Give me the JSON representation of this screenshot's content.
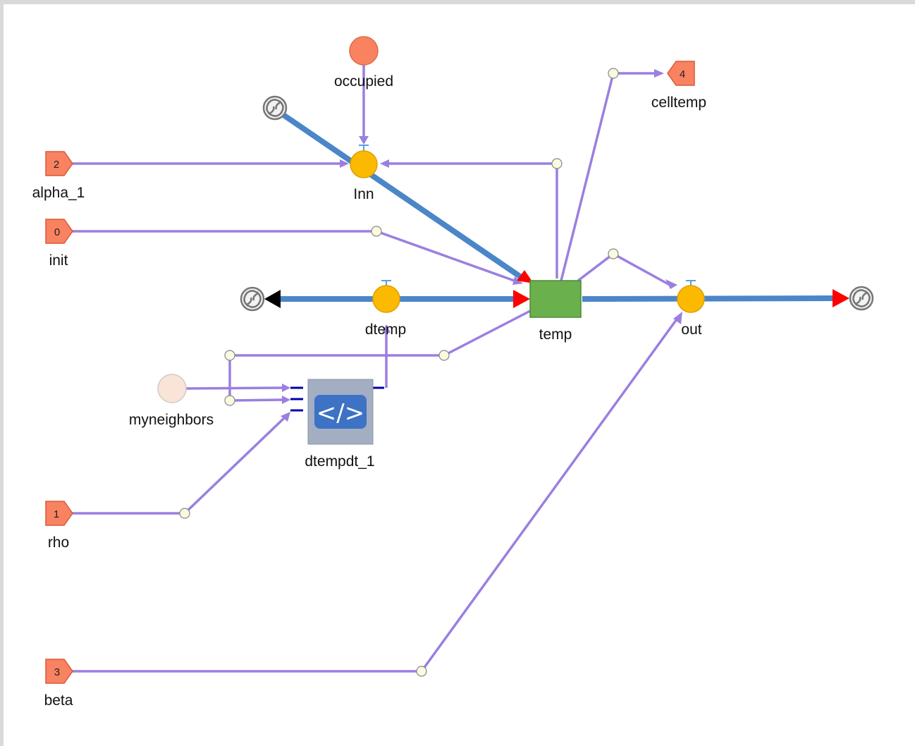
{
  "colors": {
    "flow": "#4a86c8",
    "link": "#9b7fe0",
    "stock": "#6ab04c",
    "flow_valve": "#fbb900",
    "converter": "#f98261",
    "ghost_converter": "#fae3d7",
    "arrow_red": "#ff0000",
    "arrow_black": "#000000"
  },
  "nodes": {
    "occupied": {
      "label": "occupied",
      "type": "converter"
    },
    "inn": {
      "label": "Inn",
      "type": "flow"
    },
    "temp": {
      "label": "temp",
      "type": "stock"
    },
    "dtemp": {
      "label": "dtemp",
      "type": "flow"
    },
    "out": {
      "label": "out",
      "type": "flow"
    },
    "celltemp": {
      "label": "celltemp",
      "type": "output-port",
      "index": "4"
    },
    "alpha_1": {
      "label": "alpha_1",
      "type": "input-port",
      "index": "2"
    },
    "init": {
      "label": "init",
      "type": "input-port",
      "index": "0"
    },
    "rho": {
      "label": "rho",
      "type": "input-port",
      "index": "1"
    },
    "beta": {
      "label": "beta",
      "type": "input-port",
      "index": "3"
    },
    "myneighbors": {
      "label": "myneighbors",
      "type": "ghost-converter"
    },
    "dtempdt_1": {
      "label": "dtempdt_1",
      "type": "code-module",
      "icon_text": "</>"
    }
  },
  "icons": {
    "cloud": "cloud-source-sink-icon",
    "code": "code-icon",
    "valve": "valve-icon"
  }
}
